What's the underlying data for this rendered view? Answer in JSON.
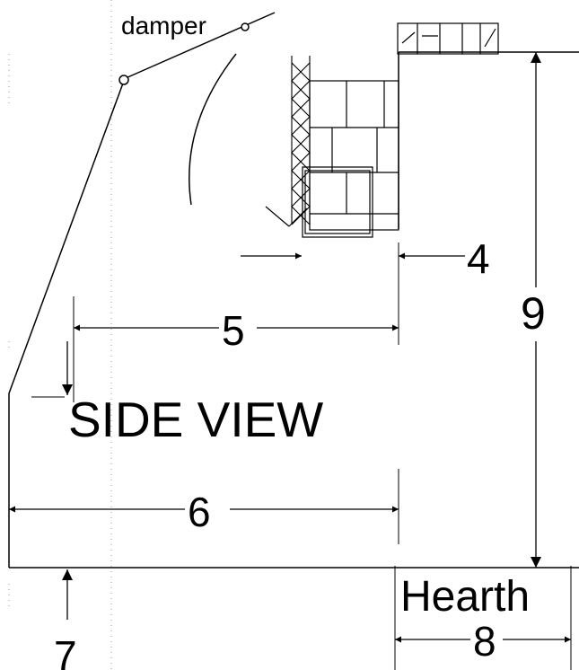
{
  "labels": {
    "damper": "damper",
    "title": "SIDE VIEW",
    "hearth": "Hearth",
    "dim4": "4",
    "dim5": "5",
    "dim6": "6",
    "dim7": "7",
    "dim8": "8",
    "dim9": "9"
  }
}
